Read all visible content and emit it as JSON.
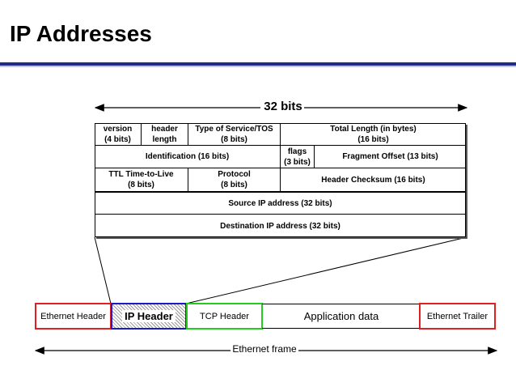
{
  "title": "IP Addresses",
  "header_width_label": "32 bits",
  "rows": {
    "r1": {
      "version": "version\n(4 bits)",
      "header_length": "header\nlength",
      "tos": "Type of Service/TOS\n(8 bits)",
      "total_length": "Total Length (in bytes)\n(16 bits)"
    },
    "r2": {
      "identification": "Identification (16 bits)",
      "flags": "flags\n(3 bits)",
      "fragment_offset": "Fragment Offset (13 bits)"
    },
    "r3": {
      "ttl": "TTL Time-to-Live\n(8 bits)",
      "protocol": "Protocol\n(8 bits)",
      "checksum": "Header Checksum (16 bits)"
    },
    "r4": {
      "source": "Source IP address (32 bits)"
    },
    "r5": {
      "destination": "Destination IP address (32 bits)"
    }
  },
  "frame": {
    "ethernet_header": "Ethernet Header",
    "ip_header": "IP Header",
    "tcp_header": "TCP Header",
    "application_data": "Application data",
    "ethernet_trailer": "Ethernet Trailer",
    "label": "Ethernet frame"
  },
  "colors": {
    "title_rule": "#1f2d8a",
    "ethernet": "#e02020",
    "ip": "#1a1acc",
    "tcp": "#22cc22"
  }
}
